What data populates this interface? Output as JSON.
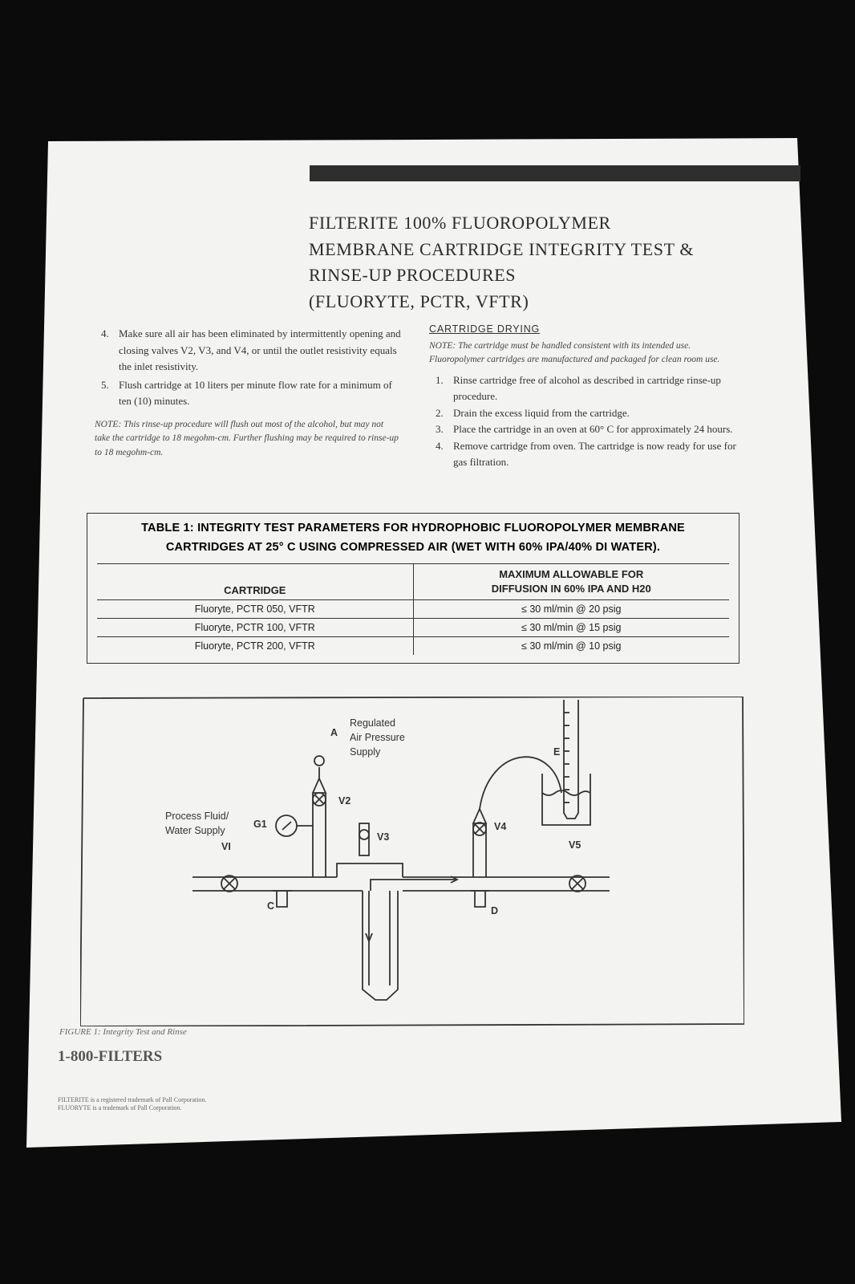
{
  "title_lines": [
    "FILTERITE 100% FLUOROPOLYMER",
    "MEMBRANE CARTRIDGE INTEGRITY TEST &",
    "RINSE-UP PROCEDURES",
    "(FLUORYTE, PCTR, VFTR)"
  ],
  "left_steps": [
    {
      "num": "4.",
      "text": "Make sure all air has been eliminated by intermittently opening and closing valves V2, V3, and V4, or until the outlet resistivity equals the inlet resistivity."
    },
    {
      "num": "5.",
      "text": "Flush cartridge at 10 liters per minute flow rate for a minimum of ten (10) minutes."
    }
  ],
  "left_note": "NOTE: This rinse-up procedure will flush out most of the alcohol, but may not take the cartridge to 18 megohm-cm. Further flushing may be required to rinse-up to 18 megohm-cm.",
  "drying": {
    "heading": "CARTRIDGE DRYING",
    "note": "NOTE: The cartridge must be handled consistent with its intended use. Fluoropolymer cartridges are manufactured and packaged for clean room use.",
    "steps": [
      {
        "num": "1.",
        "text": "Rinse cartridge free of alcohol as described in cartridge rinse-up procedure."
      },
      {
        "num": "2.",
        "text": "Drain the excess liquid from the cartridge."
      },
      {
        "num": "3.",
        "text": "Place the cartridge in an oven at 60° C for approximately 24 hours."
      },
      {
        "num": "4.",
        "text": "Remove cartridge from oven. The cartridge is now ready for use for gas filtration."
      }
    ]
  },
  "table1": {
    "caption_line1": "TABLE 1: INTEGRITY TEST PARAMETERS FOR HYDROPHOBIC FLUOROPOLYMER MEMBRANE",
    "caption_line2": "CARTRIDGES AT 25° C USING COMPRESSED AIR (WET WITH 60% IPA/40% DI WATER).",
    "col1_header": "CARTRIDGE",
    "col2_header_line1": "MAXIMUM ALLOWABLE FOR",
    "col2_header_line2": "DIFFUSION IN 60% IPA AND H20",
    "rows": [
      {
        "cartridge": "Fluoryte, PCTR 050, VFTR",
        "max": "≤ 30 ml/min @ 20 psig"
      },
      {
        "cartridge": "Fluoryte, PCTR 100, VFTR",
        "max": "≤ 30 ml/min @ 15 psig"
      },
      {
        "cartridge": "Fluoryte, PCTR 200, VFTR",
        "max": "≤ 30 ml/min @ 10 psig"
      }
    ]
  },
  "diagram": {
    "label_A": "A",
    "regulated": [
      "Regulated",
      "Air Pressure",
      "Supply"
    ],
    "process": [
      "Process Fluid/",
      "Water Supply"
    ],
    "G1": "G1",
    "V1": "VI",
    "V2": "V2",
    "V3": "V3",
    "V4": "V4",
    "V5": "V5",
    "C": "C",
    "D": "D",
    "E": "E"
  },
  "figure_caption": "FIGURE 1: Integrity Test and Rinse",
  "phone": "1-800-FILTERS",
  "fine_print": [
    "FILTERITE is a registered trademark of Pall Corporation.",
    "FLUORYTE is a trademark of Pall Corporation."
  ]
}
